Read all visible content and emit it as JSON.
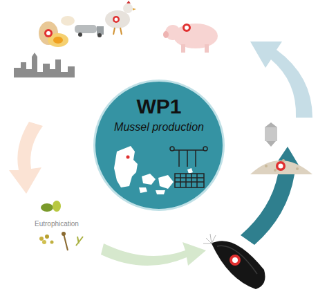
{
  "diagram": {
    "nodes": [
      {
        "text": [
          "WP1",
          "Mussel production"
        ]
      }
    ],
    "labels": [
      "Eutrophication"
    ]
  }
}
